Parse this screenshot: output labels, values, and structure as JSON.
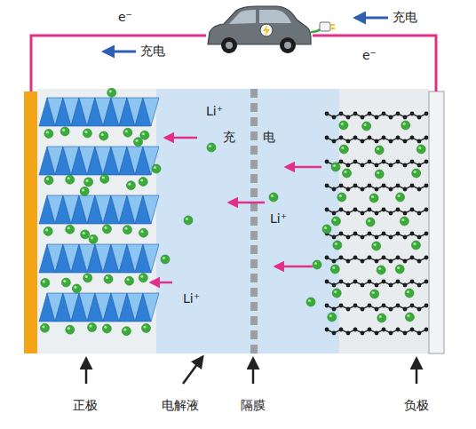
{
  "diagram": {
    "labels": [
      "e⁻",
      "充电",
      "充电",
      "e⁻",
      "Li⁺",
      "充",
      "电",
      "Li⁺",
      "Li⁺",
      "正极",
      "电解液",
      "隔膜",
      "负极"
    ]
  }
}
